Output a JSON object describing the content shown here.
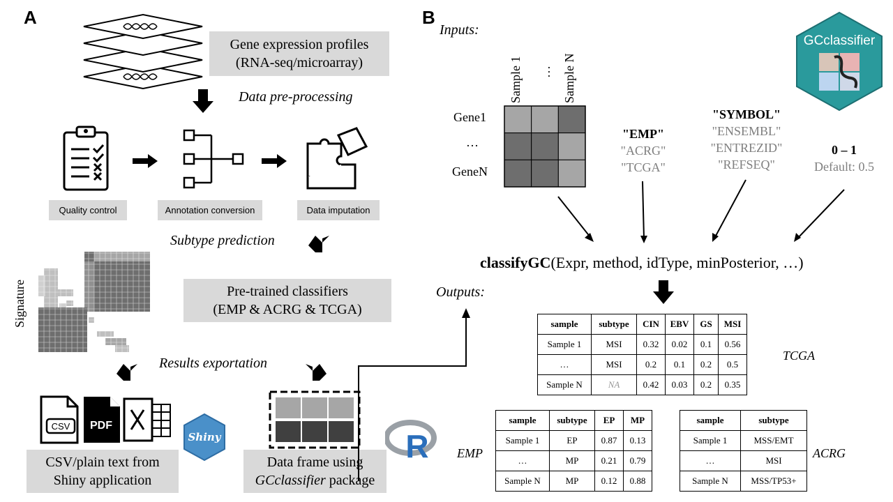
{
  "panel_a": {
    "letter": "A",
    "gene_expression_box": {
      "line1": "Gene expression profiles",
      "line2": "(RNA-seq/microarray)"
    },
    "preprocessing_label": "Data pre-processing",
    "steps": [
      {
        "label": "Quality control",
        "icon": "clipboard-checklist-icon"
      },
      {
        "label": "Annotation conversion",
        "icon": "tree-structure-icon"
      },
      {
        "label": "Data imputation",
        "icon": "puzzle-icon"
      }
    ],
    "subtype_prediction_label": "Subtype prediction",
    "signature_label": "Signature",
    "classifier_box": {
      "line1": "Pre-trained classifiers",
      "line2": "(EMP & ACRG & TCGA)"
    },
    "results_label": "Results exportation",
    "file_icons": [
      "CSV",
      "PDF"
    ],
    "shiny_logo_text": "Shiny",
    "csv_box": {
      "line1": "CSV/plain text from",
      "line2": "Shiny application"
    },
    "dataframe_box": {
      "line1": "Data frame using",
      "line2": "GCclassifier",
      "line2_suffix": " package"
    },
    "r_logo_text": "R"
  },
  "panel_b": {
    "letter": "B",
    "inputs_label": "Inputs:",
    "outputs_label": "Outputs:",
    "hex_logo_text": "GCclassifier",
    "matrix": {
      "col_labels": [
        "Sample 1",
        "…",
        "Sample N"
      ],
      "row_labels": [
        "Gene1",
        "…",
        "GeneN"
      ],
      "cell_colors": [
        [
          "#a6a6a6",
          "#a6a6a6",
          "#6e6e6e"
        ],
        [
          "#6e6e6e",
          "#6e6e6e",
          "#a6a6a6"
        ],
        [
          "#6e6e6e",
          "#6e6e6e",
          "#a6a6a6"
        ]
      ]
    },
    "method_options": {
      "default": "\"EMP\"",
      "others": [
        "\"ACRG\"",
        "\"TCGA\""
      ]
    },
    "idtype_options": {
      "default": "\"SYMBOL\"",
      "others": [
        "\"ENSEMBL\"",
        "\"ENTREZID\"",
        "\"REFSEQ\""
      ]
    },
    "posterior_options": {
      "range": "0 – 1",
      "default": "Default: 0.5"
    },
    "function_call": {
      "name": "classifyGC",
      "args": "(Expr, method, idType, minPosterior, …)"
    },
    "tcga_table": {
      "label": "TCGA",
      "headers": [
        "sample",
        "subtype",
        "CIN",
        "EBV",
        "GS",
        "MSI"
      ],
      "rows": [
        [
          "Sample 1",
          "MSI",
          "0.32",
          "0.02",
          "0.1",
          "0.56"
        ],
        [
          "…",
          "MSI",
          "0.2",
          "0.1",
          "0.2",
          "0.5"
        ],
        [
          "Sample N",
          "NA",
          "0.42",
          "0.03",
          "0.2",
          "0.35"
        ]
      ]
    },
    "emp_table": {
      "label": "EMP",
      "headers": [
        "sample",
        "subtype",
        "EP",
        "MP"
      ],
      "rows": [
        [
          "Sample 1",
          "EP",
          "0.87",
          "0.13"
        ],
        [
          "…",
          "MP",
          "0.21",
          "0.79"
        ],
        [
          "Sample N",
          "MP",
          "0.12",
          "0.88"
        ]
      ]
    },
    "acrg_table": {
      "label": "ACRG",
      "headers": [
        "sample",
        "subtype"
      ],
      "rows": [
        [
          "Sample 1",
          "MSS/EMT"
        ],
        [
          "…",
          "MSI"
        ],
        [
          "Sample N",
          "MSS/TP53+"
        ]
      ]
    }
  }
}
